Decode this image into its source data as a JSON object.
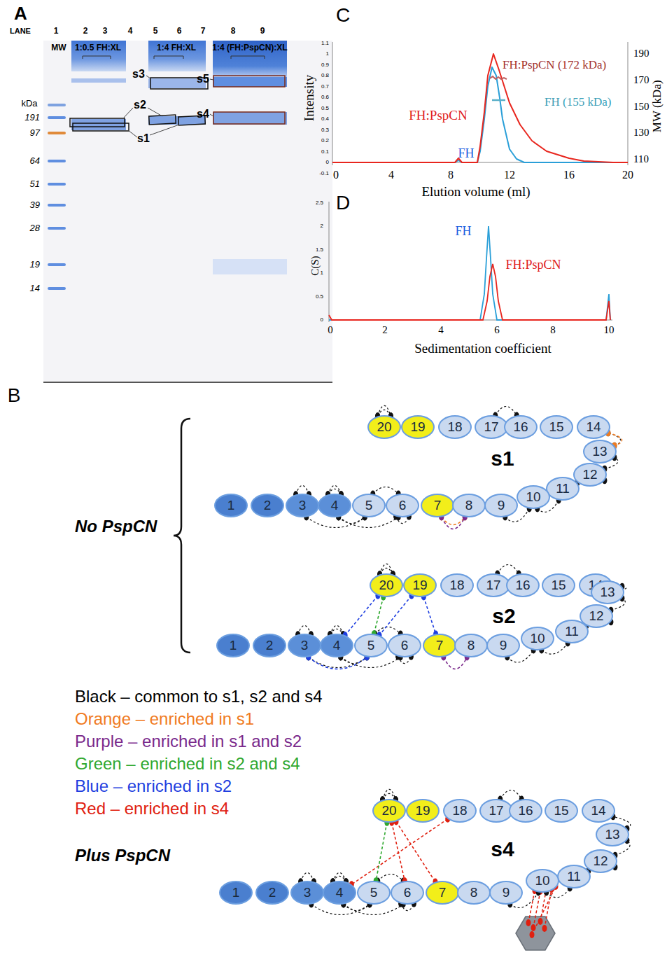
{
  "diagram": {
    "nodes": [
      {
        "text": [
          "20"
        ]
      },
      {
        "text": [
          "19"
        ]
      },
      {
        "text": [
          "18"
        ]
      },
      {
        "text": [
          "17"
        ]
      },
      {
        "text": [
          "16"
        ]
      },
      {
        "text": [
          "15"
        ]
      },
      {
        "text": [
          "14"
        ]
      },
      {
        "text": [
          "13"
        ]
      },
      {
        "text": [
          "12"
        ]
      },
      {
        "text": [
          "11"
        ]
      },
      {
        "text": [
          "1"
        ]
      },
      {
        "text": [
          "2"
        ]
      },
      {
        "text": [
          "3"
        ]
      },
      {
        "text": [
          "4"
        ]
      },
      {
        "text": [
          "5"
        ]
      },
      {
        "text": [
          "6"
        ]
      },
      {
        "text": [
          "7"
        ]
      },
      {
        "text": [
          "8"
        ]
      },
      {
        "text": [
          "9"
        ]
      },
      {
        "text": [
          "10"
        ]
      },
      {
        "text": [
          "20"
        ]
      },
      {
        "text": [
          "19"
        ]
      },
      {
        "text": [
          "18"
        ]
      },
      {
        "text": [
          "17"
        ]
      },
      {
        "text": [
          "16"
        ]
      },
      {
        "text": [
          "15"
        ]
      },
      {
        "text": [
          "14"
        ]
      },
      {
        "text": [
          "13"
        ]
      },
      {
        "text": [
          "12"
        ]
      },
      {
        "text": [
          "11"
        ]
      },
      {
        "text": [
          "1"
        ]
      },
      {
        "text": [
          "2"
        ]
      },
      {
        "text": [
          "3"
        ]
      },
      {
        "text": [
          "4"
        ]
      },
      {
        "text": [
          "5"
        ]
      },
      {
        "text": [
          "6"
        ]
      },
      {
        "text": [
          "7"
        ]
      },
      {
        "text": [
          "8"
        ]
      },
      {
        "text": [
          "9"
        ]
      },
      {
        "text": [
          "10"
        ]
      },
      {
        "text": [
          "20"
        ]
      },
      {
        "text": [
          "19"
        ]
      },
      {
        "text": [
          "18"
        ]
      },
      {
        "text": [
          "17"
        ]
      },
      {
        "text": [
          "16"
        ]
      },
      {
        "text": [
          "15"
        ]
      },
      {
        "text": [
          "14"
        ]
      },
      {
        "text": [
          "13"
        ]
      },
      {
        "text": [
          "12"
        ]
      },
      {
        "text": [
          "11"
        ]
      },
      {
        "text": [
          "1"
        ]
      },
      {
        "text": [
          "2"
        ]
      },
      {
        "text": [
          "3"
        ]
      },
      {
        "text": [
          "4"
        ]
      },
      {
        "text": [
          "5"
        ]
      },
      {
        "text": [
          "6"
        ]
      },
      {
        "text": [
          "7"
        ]
      },
      {
        "text": [
          "8"
        ]
      },
      {
        "text": [
          "9"
        ]
      },
      {
        "text": [
          "10"
        ]
      }
    ],
    "edges": [
      {
        "from": 6,
        "to": 7,
        "arrow": "none"
      },
      {
        "from": 16,
        "to": 17,
        "arrow": "none"
      },
      {
        "from": 16,
        "to": 17,
        "arrow": "none"
      },
      {
        "from": 20,
        "to": 33,
        "arrow": "none"
      },
      {
        "from": 20,
        "to": 34,
        "arrow": "none"
      },
      {
        "from": 21,
        "to": 34,
        "arrow": "none"
      },
      {
        "from": 21,
        "to": 36,
        "arrow": "none"
      },
      {
        "from": 32,
        "to": 34,
        "arrow": "none"
      },
      {
        "from": 36,
        "to": 37,
        "arrow": "none"
      },
      {
        "from": 42,
        "to": 53,
        "arrow": "none"
      },
      {
        "from": 40,
        "to": 54,
        "arrow": "none"
      },
      {
        "from": 40,
        "to": 55,
        "arrow": "none"
      },
      {
        "from": 40,
        "to": 56,
        "arrow": "none"
      }
    ],
    "labels": [
      "A",
      "LANE",
      "1",
      "2",
      "3",
      "4",
      "5",
      "6",
      "7",
      "8",
      "9",
      "MW",
      "1:0.5 FH:XL",
      "1:4 FH:XL",
      "1:4 (FH:PspCN):XL",
      "kDa",
      "191",
      "97",
      "64",
      "51",
      "39",
      "28",
      "19",
      "14",
      "s3",
      "s2",
      "s1",
      "s5",
      "s4",
      "C",
      "Intensity",
      "1.1",
      "1",
      "0.9",
      "0.8",
      "0.7",
      "0.6",
      "0.5",
      "0.4",
      "0.3",
      "0.2",
      "0.1",
      "0",
      "-0.1",
      "0",
      "4",
      "8",
      "12",
      "16",
      "20",
      "Elution volume (ml)",
      "190",
      "170",
      "150",
      "130",
      "110",
      "MW (kDa)",
      "FH:PspCN (172 kDa)",
      "FH (155 kDa)",
      "FH:PspCN",
      "FH",
      "D",
      "C(S)",
      "2.5",
      "2",
      "1.5",
      "1",
      "0.5",
      "0",
      "0",
      "2",
      "4",
      "6",
      "8",
      "10",
      "FH",
      "FH:PspCN",
      "Sedimentation coefficient",
      "B",
      "No PspCN",
      "s1",
      "s2",
      "Plus PspCN",
      "s4"
    ],
    "legend": [
      {
        "text": "Black – common to s1, s2 and s4",
        "color": "#000000"
      },
      {
        "text": "Orange – enriched in s1",
        "color": "#f07b1f"
      },
      {
        "text": "Purple – enriched in s1 and s2",
        "color": "#7b2a8c"
      },
      {
        "text": "Green – enriched in s2 and s4",
        "color": "#2fa82f"
      },
      {
        "text": "Blue – enriched in s2",
        "color": "#1f3fe0"
      },
      {
        "text": "Red – enriched in s4",
        "color": "#e02010"
      }
    ]
  }
}
